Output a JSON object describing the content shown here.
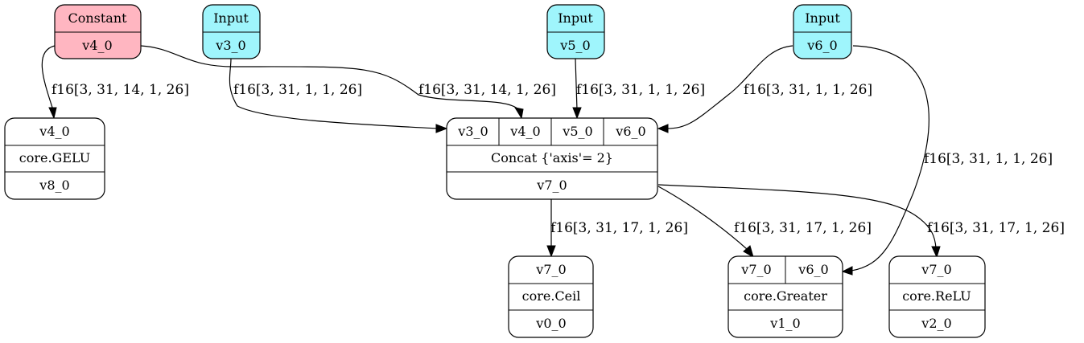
{
  "colors": {
    "constant_fill": "#ffb6c1",
    "input_fill": "#9ff5fc",
    "node_fill": "#ffffff",
    "stroke": "#000000"
  },
  "nodes": {
    "constant_v4": {
      "header": "Constant",
      "value": "v4_0"
    },
    "input_v3": {
      "header": "Input",
      "value": "v3_0"
    },
    "input_v5": {
      "header": "Input",
      "value": "v5_0"
    },
    "input_v6": {
      "header": "Input",
      "value": "v6_0"
    },
    "gelu": {
      "in": "v4_0",
      "op": "core.GELU",
      "out": "v8_0"
    },
    "concat": {
      "in": [
        "v3_0",
        "v4_0",
        "v5_0",
        "v6_0"
      ],
      "op": "Concat {'axis'= 2}",
      "out": "v7_0"
    },
    "ceil": {
      "in": "v7_0",
      "op": "core.Ceil",
      "out": "v0_0"
    },
    "greater": {
      "in": [
        "v7_0",
        "v6_0"
      ],
      "op": "core.Greater",
      "out": "v1_0"
    },
    "relu": {
      "in": "v7_0",
      "op": "core.ReLU",
      "out": "v2_0"
    }
  },
  "edges": {
    "v4_to_gelu": "f16[3, 31, 14, 1, 26]",
    "v3_to_concat": "f16[3, 31, 1, 1, 26]",
    "v4_to_concat": "f16[3, 31, 14, 1, 26]",
    "v5_to_concat": "f16[3, 31, 1, 1, 26]",
    "v6_to_concat": "f16[3, 31, 1, 1, 26]",
    "v6_to_greater": "f16[3, 31, 1, 1, 26]",
    "concat_to_ceil": "f16[3, 31, 17, 1, 26]",
    "concat_to_greater": "f16[3, 31, 17, 1, 26]",
    "concat_to_relu": "f16[3, 31, 17, 1, 26]"
  }
}
